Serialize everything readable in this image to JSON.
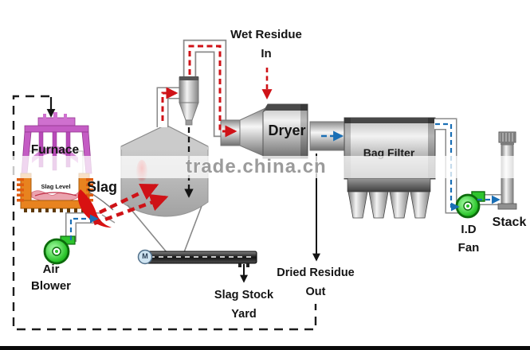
{
  "labels": {
    "furnace": "Furnace",
    "slag_level": "Slag Level",
    "slag": "Slag",
    "air_blower": {
      "line1": "Air",
      "line2": "Blower"
    },
    "wet_residue": {
      "line1": "Wet Residue",
      "line2": "In"
    },
    "dryer": "Dryer",
    "bag_filter": "Bag Filter",
    "dried_residue": {
      "line1": "Dried Residue",
      "line2": "Out"
    },
    "slag_stock_yard": {
      "line1": "Slag Stock",
      "line2": "Yard"
    },
    "id_fan": {
      "line1": "I.D",
      "line2": "Fan"
    },
    "stack": "Stack",
    "conveyor_motor": "M"
  },
  "watermark": {
    "text": "trade.china.cn",
    "color": "#9b9b9b"
  },
  "colors": {
    "flue_gas_red": "#cf1217",
    "air_flow_blue": "#1a6fb5",
    "fan_green": "#2ec42e",
    "furnace_structure_magenta": "#c45cc4",
    "furnace_vessel_orange": "#e8831f",
    "molten_slag_pink": "#eba3ae",
    "slag_stream_red": "#d81111",
    "equipment_gray": "#bcbcbc",
    "line_black": "#1a1a1a",
    "watermark_gray": "#9b9b9b"
  }
}
